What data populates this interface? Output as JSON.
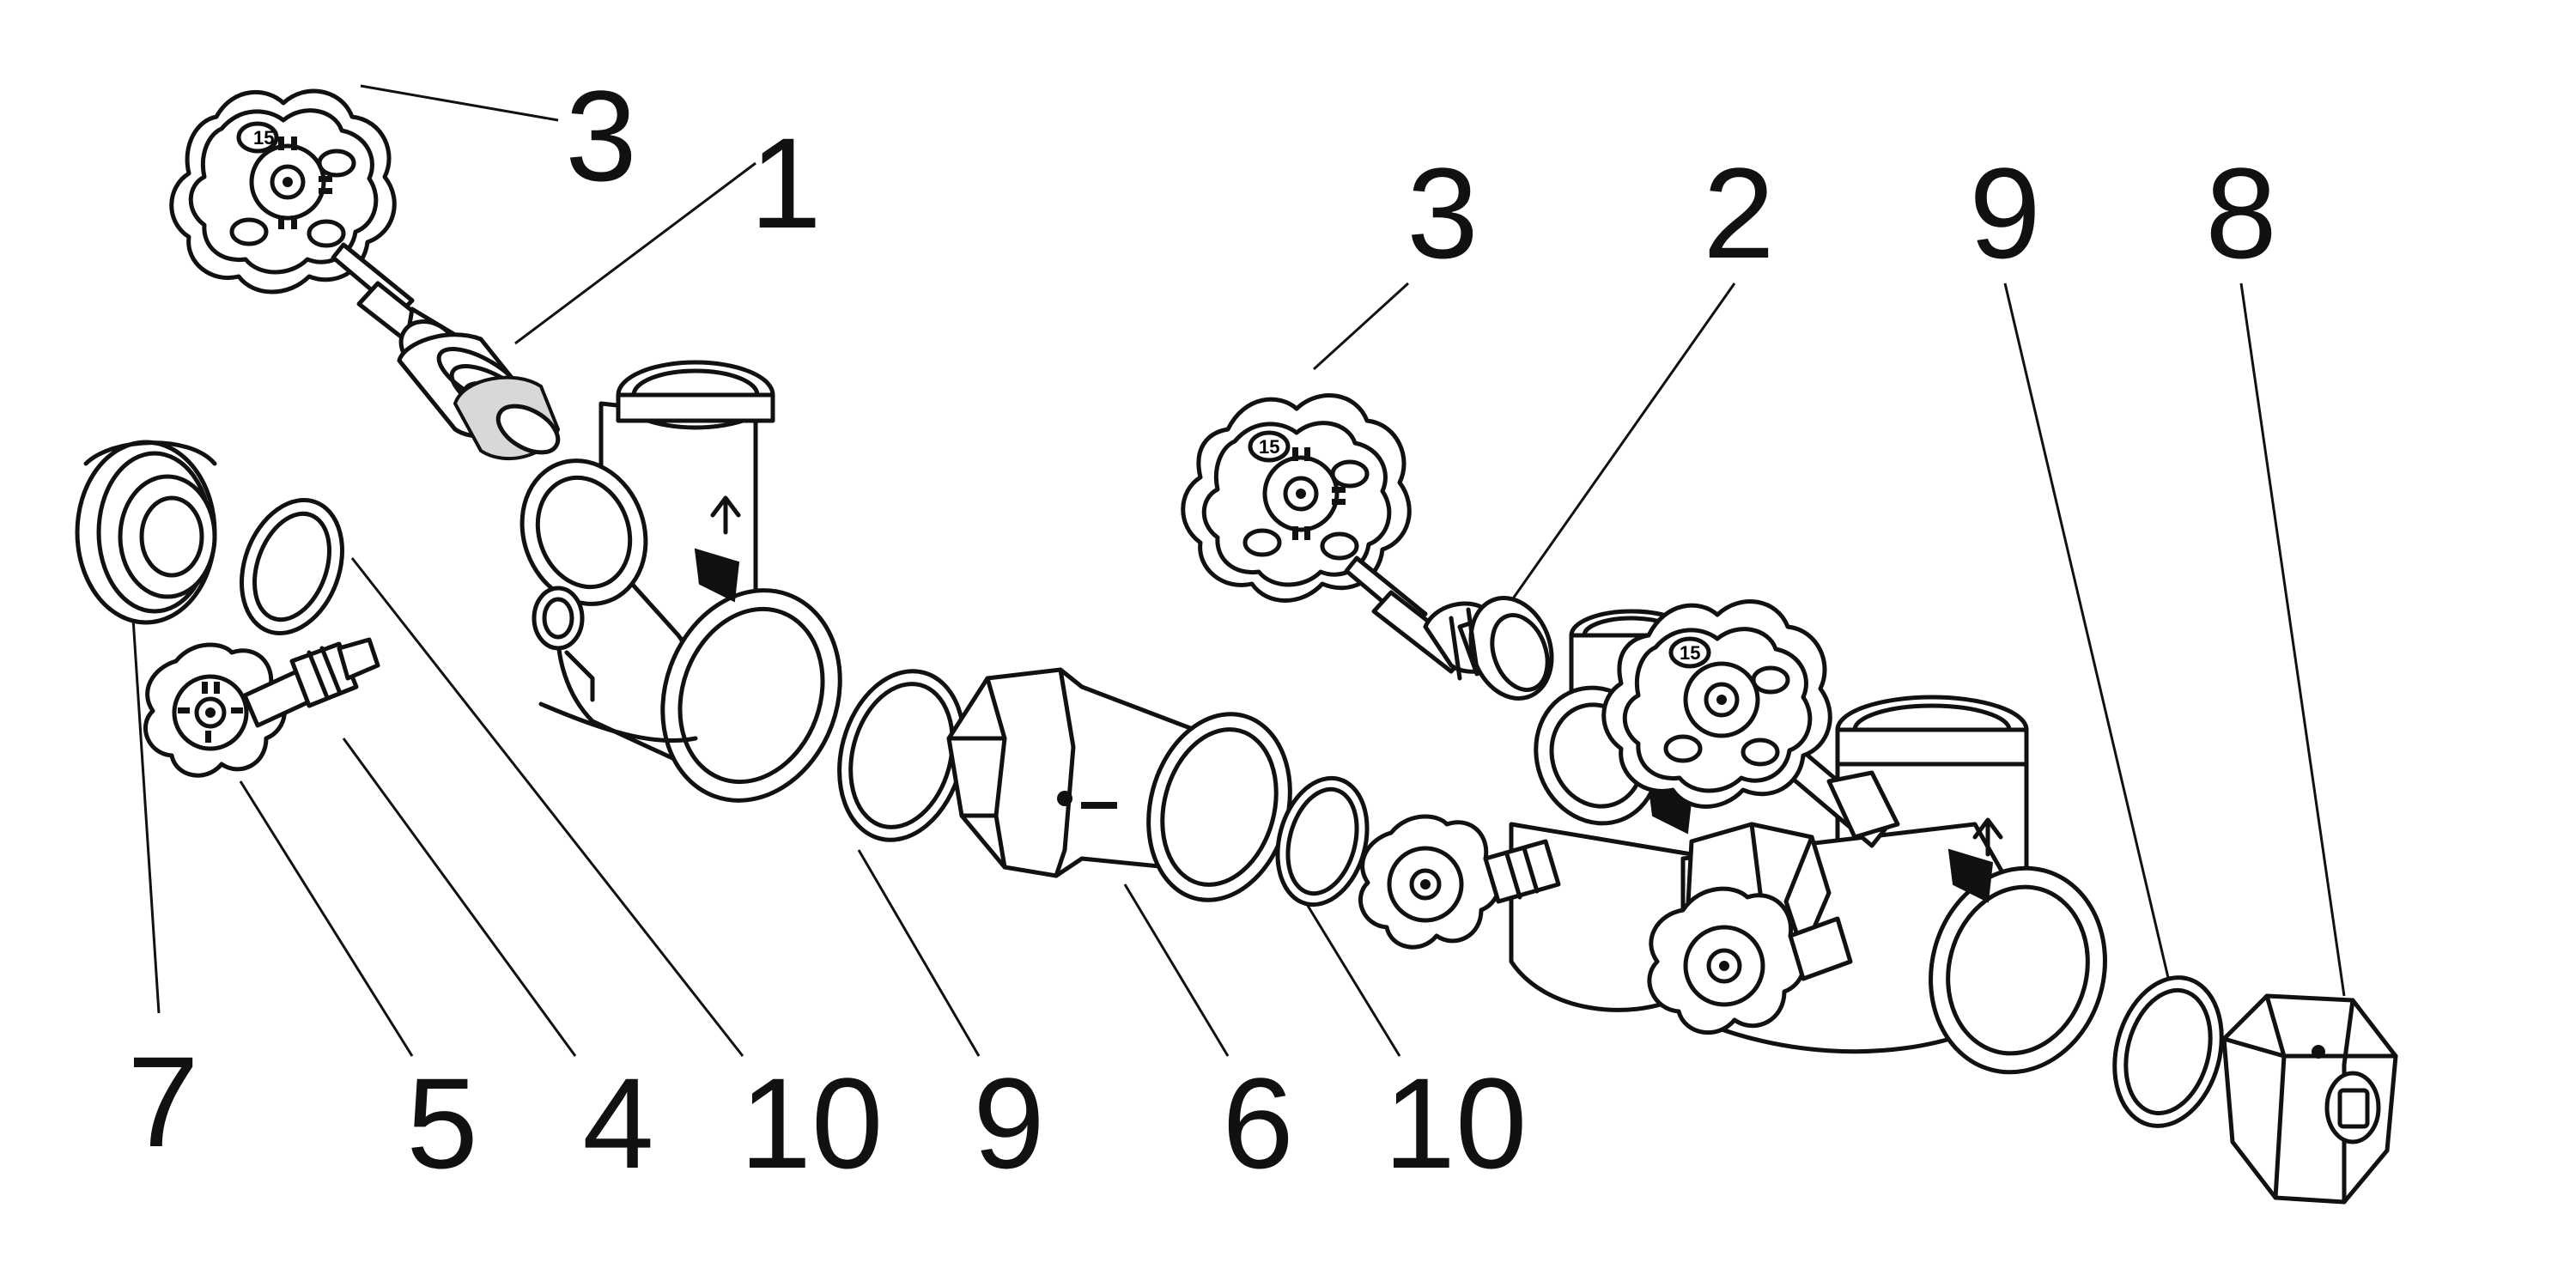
{
  "callouts": {
    "c1": "1",
    "c2": "2",
    "c3a": "3",
    "c3b": "3",
    "c4": "4",
    "c5": "5",
    "c6": "6",
    "c7": "7",
    "c8": "8",
    "c9a": "9",
    "c9b": "9",
    "c10a": "10",
    "c10b": "10"
  },
  "colors": {
    "ink": "#111111",
    "background": "#ffffff"
  },
  "icons": [
    "handwheel-icon",
    "arrow-up-icon",
    "hex-nut-icon"
  ]
}
